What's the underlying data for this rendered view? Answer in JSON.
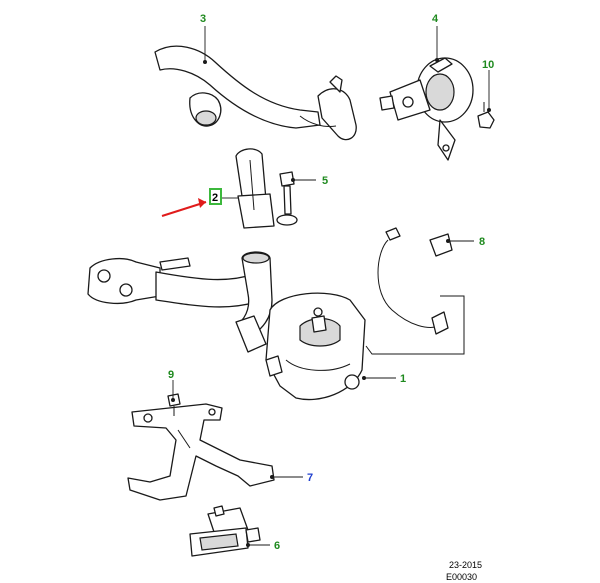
{
  "colors": {
    "callout_green": "#1f8a1f",
    "callout_blue": "#1f3fcf",
    "highlight_box": "#3cb83c",
    "arrow_red": "#e01b1b"
  },
  "callouts": [
    {
      "id": "1",
      "label": "1",
      "color": "#1f8a1f"
    },
    {
      "id": "2",
      "label": "2",
      "color": "#000000"
    },
    {
      "id": "3",
      "label": "3",
      "color": "#1f8a1f"
    },
    {
      "id": "4",
      "label": "4",
      "color": "#1f8a1f"
    },
    {
      "id": "5",
      "label": "5",
      "color": "#1f8a1f"
    },
    {
      "id": "6",
      "label": "6",
      "color": "#1f8a1f"
    },
    {
      "id": "7",
      "label": "7",
      "color": "#1f3fcf"
    },
    {
      "id": "8",
      "label": "8",
      "color": "#1f8a1f"
    },
    {
      "id": "9",
      "label": "9",
      "color": "#1f8a1f"
    },
    {
      "id": "10",
      "label": "10",
      "color": "#1f8a1f"
    }
  ],
  "footer": {
    "date_code": "23-2015",
    "ref_code": "E00030"
  }
}
